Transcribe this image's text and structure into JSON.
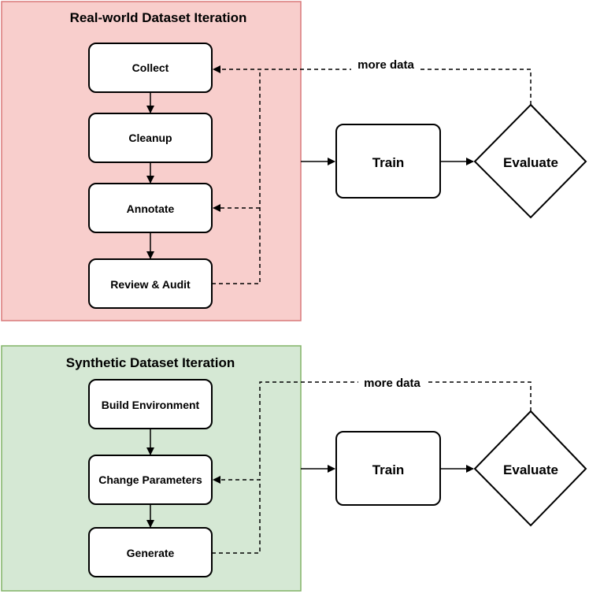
{
  "real_world": {
    "title": "Real-world Dataset Iteration",
    "steps": [
      "Collect",
      "Cleanup",
      "Annotate",
      "Review & Audit"
    ],
    "train": "Train",
    "evaluate": "Evaluate",
    "feedback_label": "more data",
    "fill": "#f8cecc",
    "stroke": "#d9787a"
  },
  "synthetic": {
    "title": "Synthetic Dataset Iteration",
    "steps": [
      "Build Environment",
      "Change Parameters",
      "Generate"
    ],
    "train": "Train",
    "evaluate": "Evaluate",
    "feedback_label": "more data",
    "fill": "#d5e8d4",
    "stroke": "#82b366"
  }
}
